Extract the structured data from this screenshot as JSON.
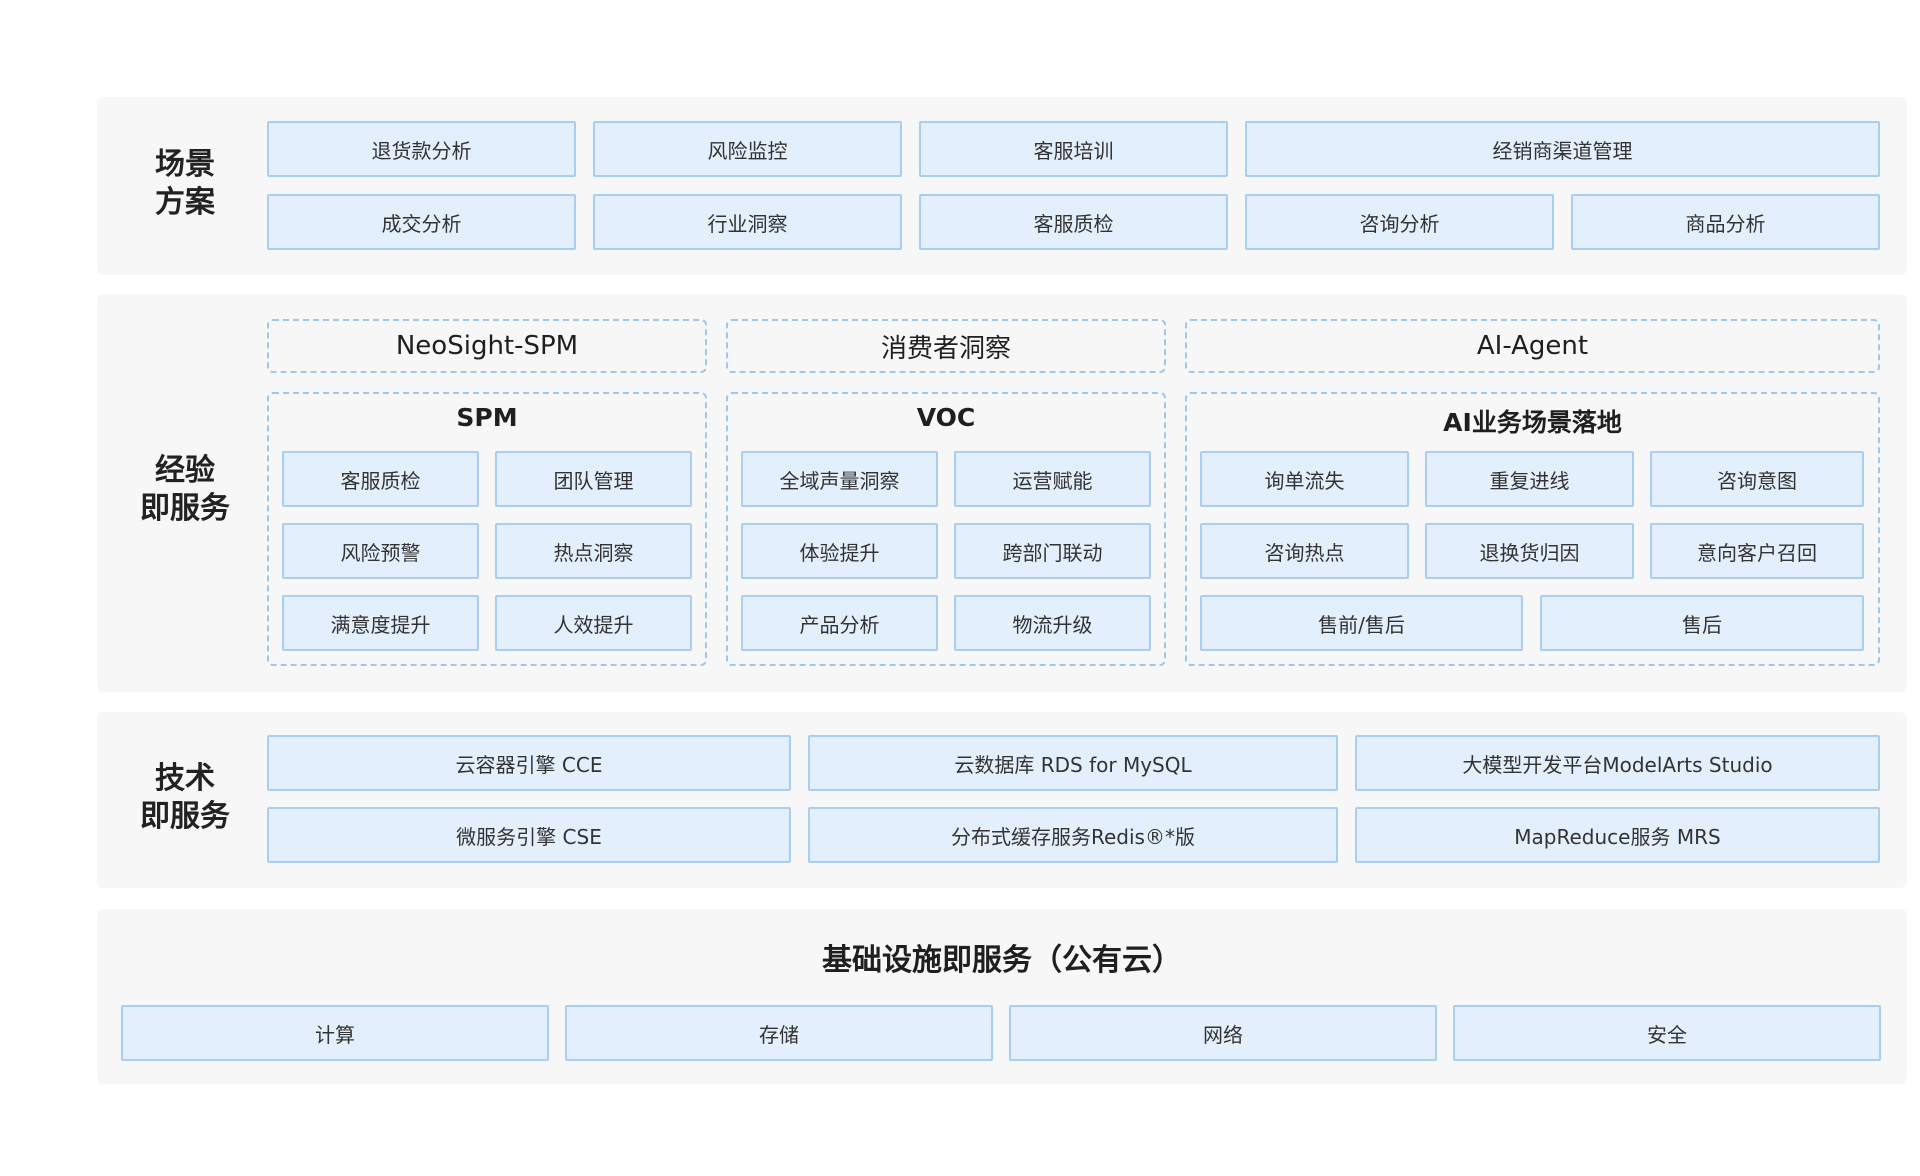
{
  "scenario": {
    "label": "场景\n方案",
    "row1": [
      "退货款分析",
      "风险监控",
      "客服培训",
      "经销商渠道管理"
    ],
    "row2": [
      "成交分析",
      "行业洞察",
      "客服质检",
      "咨询分析",
      "商品分析"
    ]
  },
  "experience": {
    "label": "经验\n即服务",
    "categories": [
      "NeoSight-SPM",
      "消费者洞察",
      "AI-Agent"
    ],
    "spm": {
      "title": "SPM",
      "items": [
        "客服质检",
        "团队管理",
        "风险预警",
        "热点洞察",
        "满意度提升",
        "人效提升"
      ]
    },
    "voc": {
      "title": "VOC",
      "items": [
        "全域声量洞察",
        "运营赋能",
        "体验提升",
        "跨部门联动",
        "产品分析",
        "物流升级"
      ]
    },
    "ai": {
      "title": "AI业务场景落地",
      "items": [
        "询单流失",
        "重复进线",
        "咨询意图",
        "咨询热点",
        "退换货归因",
        "意向客户召回",
        "售前/售后",
        "售后"
      ]
    }
  },
  "tech": {
    "label": "技术\n即服务",
    "row1": [
      "云容器引擎 CCE",
      "云数据库 RDS for MySQL",
      "大模型开发平台ModelArts Studio"
    ],
    "row2": [
      "微服务引擎 CSE",
      "分布式缓存服务Redis®*版",
      "MapReduce服务 MRS"
    ]
  },
  "infra": {
    "title": "基础设施即服务（公有云）",
    "items": [
      "计算",
      "存储",
      "网络",
      "安全"
    ]
  }
}
